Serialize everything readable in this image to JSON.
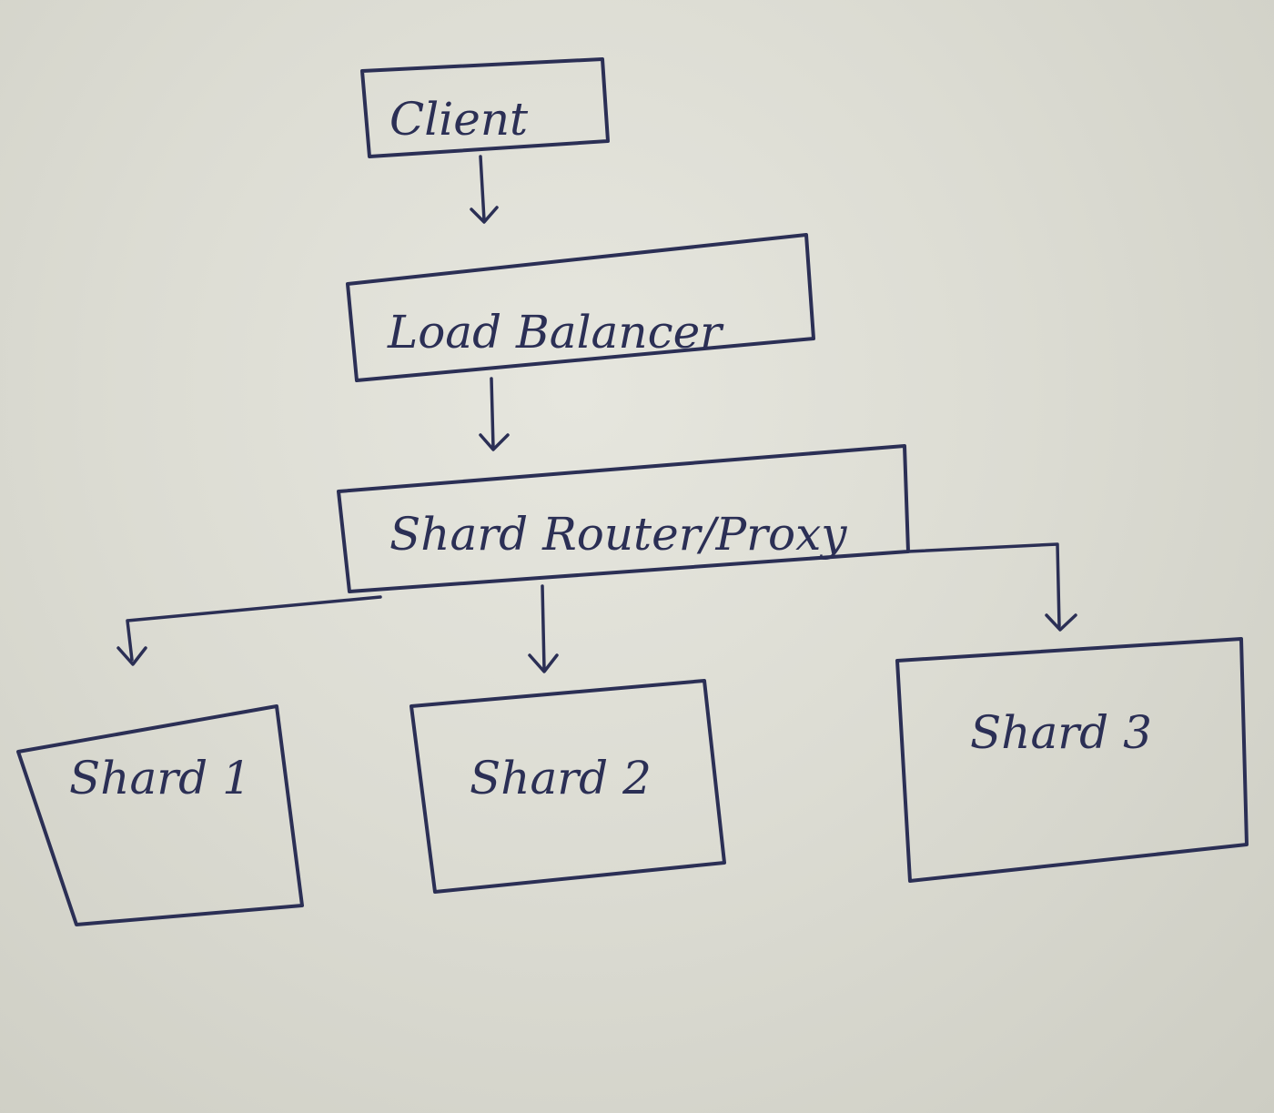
{
  "diagram": {
    "nodes": {
      "client": "Client",
      "load_balancer": "Load Balancer",
      "router": "Shard Router/Proxy",
      "shard1": "Shard 1",
      "shard2": "Shard 2",
      "shard3": "Shard 3"
    },
    "edges": [
      {
        "from": "client",
        "to": "load_balancer"
      },
      {
        "from": "load_balancer",
        "to": "router"
      },
      {
        "from": "router",
        "to": "shard1"
      },
      {
        "from": "router",
        "to": "shard2"
      },
      {
        "from": "router",
        "to": "shard3"
      }
    ],
    "colors": {
      "ink": "#2b2f55",
      "paper": "#dcdcd3"
    }
  }
}
